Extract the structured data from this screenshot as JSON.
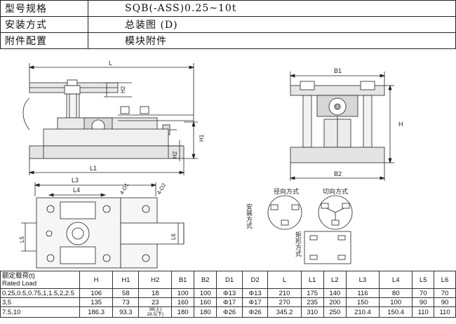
{
  "info": [
    {
      "label": "型号规格",
      "value": "SQB(-ASS)0.25~10t"
    },
    {
      "label": "安装方式",
      "value": "总装图 (D)"
    },
    {
      "label": "附件配置",
      "value": "模块附件"
    }
  ],
  "drawing": {
    "front": {
      "L": "L",
      "H2": "H2",
      "H1": "H1",
      "L1": "L1"
    },
    "side": {
      "B1": "B1",
      "H": "H",
      "B2": "B2"
    },
    "plan": {
      "L3": "L3",
      "L4": "L4",
      "D1": "4-D1",
      "D2": "4-D2",
      "L5": "L5",
      "L6": "L6"
    },
    "install": {
      "title": "安装方式",
      "radial": "径向方式",
      "tangential": "切向方式",
      "rect": "矩形方式"
    }
  },
  "spec": {
    "header_cn": "额定载荷(t)",
    "header_en": "Rated Load",
    "columns": [
      "H",
      "H1",
      "H2",
      "B1",
      "B2",
      "D1",
      "D2",
      "L",
      "L1",
      "L2",
      "L3",
      "L4",
      "L5",
      "L6"
    ],
    "rows": [
      {
        "load": "0.25,0.5,0.75,1,1.5,2,2.5",
        "cells": [
          "106",
          "58",
          "18",
          "100",
          "100",
          "Φ13",
          "Φ13",
          "210",
          "175",
          "140",
          "116",
          "80",
          "70",
          "70"
        ]
      },
      {
        "load": "3,5",
        "cells": [
          "135",
          "73",
          "23",
          "160",
          "160",
          "Φ17",
          "Φ17",
          "270",
          "235",
          "200",
          "150",
          "100",
          "90",
          "90"
        ]
      },
      {
        "load": "7.5,10",
        "cells": [
          "186.3",
          "93.3",
          "",
          "180",
          "180",
          "Φ26",
          "Φ26",
          "345.2",
          "310",
          "250",
          "210.4",
          "150.4",
          "110",
          "110"
        ],
        "h2_a": "38(上)",
        "h2_b": "28.5(下)"
      }
    ]
  }
}
